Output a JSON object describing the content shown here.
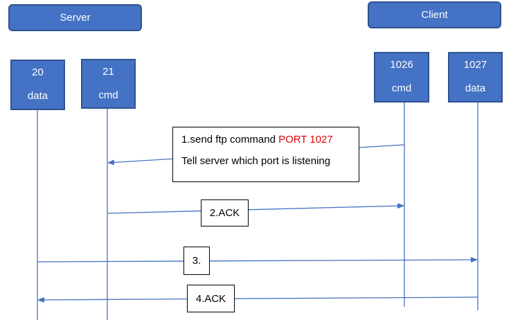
{
  "server": {
    "label": "Server"
  },
  "client": {
    "label": "Client"
  },
  "ports": [
    {
      "number": "20",
      "role": "data"
    },
    {
      "number": "21",
      "role": "cmd"
    },
    {
      "number": "1026",
      "role": "cmd"
    },
    {
      "number": "1027",
      "role": "data"
    }
  ],
  "messages": {
    "m1": {
      "prefix": "1.send ftp command ",
      "highlight": "PORT 1027",
      "line2": "Tell server which port is listening"
    },
    "m2": "2.ACK",
    "m3": "3.",
    "m4": "4.ACK"
  },
  "colors": {
    "box_fill": "#4472c4",
    "box_border": "#2f528f",
    "arrow": "#4472c4",
    "highlight": "#e00000"
  }
}
